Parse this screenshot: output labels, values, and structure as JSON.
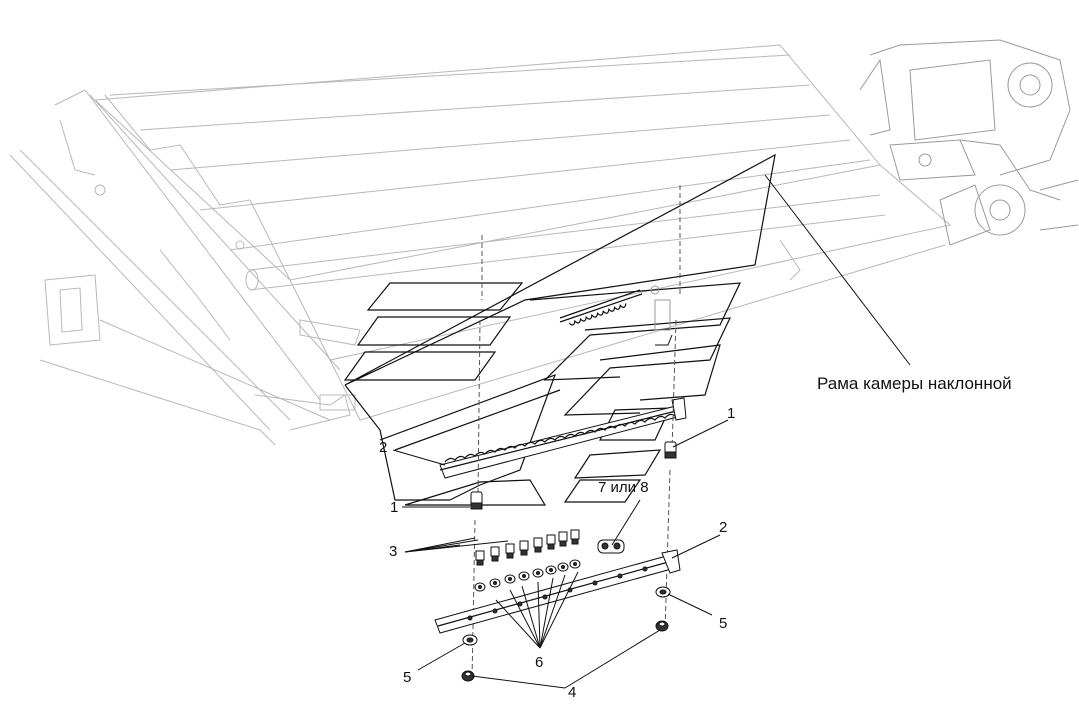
{
  "callouts": {
    "frame_caption": "Рама камеры наклонной",
    "n1_right": "1",
    "n1_left": "1",
    "n2_left": "2",
    "n2_right": "2",
    "n3": "3",
    "n4": "4",
    "n5_left": "5",
    "n5_right": "5",
    "n6": "6",
    "n78": "7 или 8"
  }
}
